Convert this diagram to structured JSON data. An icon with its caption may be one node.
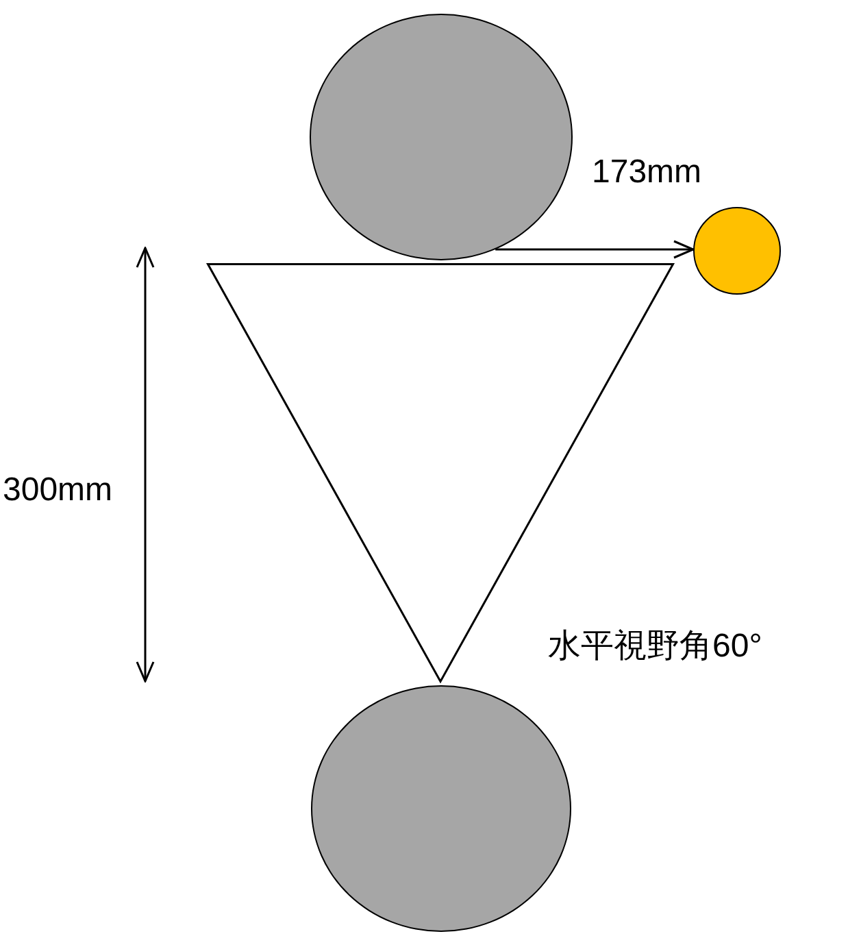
{
  "diagram": {
    "nodes": [
      {
        "text": [],
        "shape": "circle"
      },
      {
        "text": [],
        "shape": "circle"
      },
      {
        "text": [],
        "shape": "triangle"
      },
      {
        "text": [],
        "shape": "circle"
      }
    ],
    "edges": [
      {
        "from": 0,
        "to": 1,
        "arrow": "to",
        "label": "173mm"
      }
    ],
    "labels": [
      "300mm",
      "水平視野角60°"
    ]
  }
}
